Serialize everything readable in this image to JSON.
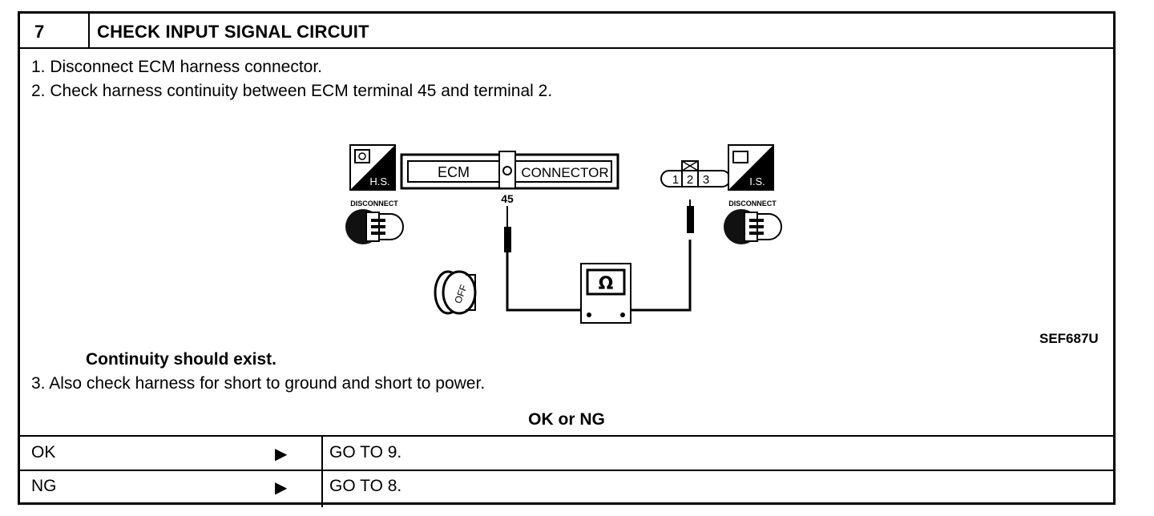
{
  "header": {
    "step_number": "7",
    "title": "CHECK INPUT SIGNAL CIRCUIT"
  },
  "instructions": {
    "item1": "1.  Disconnect ECM harness connector.",
    "item2": "2.  Check harness continuity between ECM terminal 45 and terminal 2.",
    "note": "Continuity should exist.",
    "item3": "3.  Also check harness for short to ground and short to power."
  },
  "diagram": {
    "ecm_label": "ECM",
    "connector_label": "CONNECTOR",
    "terminal_label": "45",
    "left_badge": "H.S.",
    "right_badge": "I.S.",
    "disconnect_left": "DISCONNECT",
    "disconnect_right": "DISCONNECT",
    "pin1": "1",
    "pin2": "2",
    "pin3": "3",
    "ohm_symbol": "Ω",
    "key_label": "OFF",
    "reference": "SEF687U"
  },
  "result_header": "OK or NG",
  "results": [
    {
      "label": "OK",
      "arrow": "▶",
      "action": "GO TO 9."
    },
    {
      "label": "NG",
      "arrow": "▶",
      "action": "GO TO 8."
    }
  ]
}
